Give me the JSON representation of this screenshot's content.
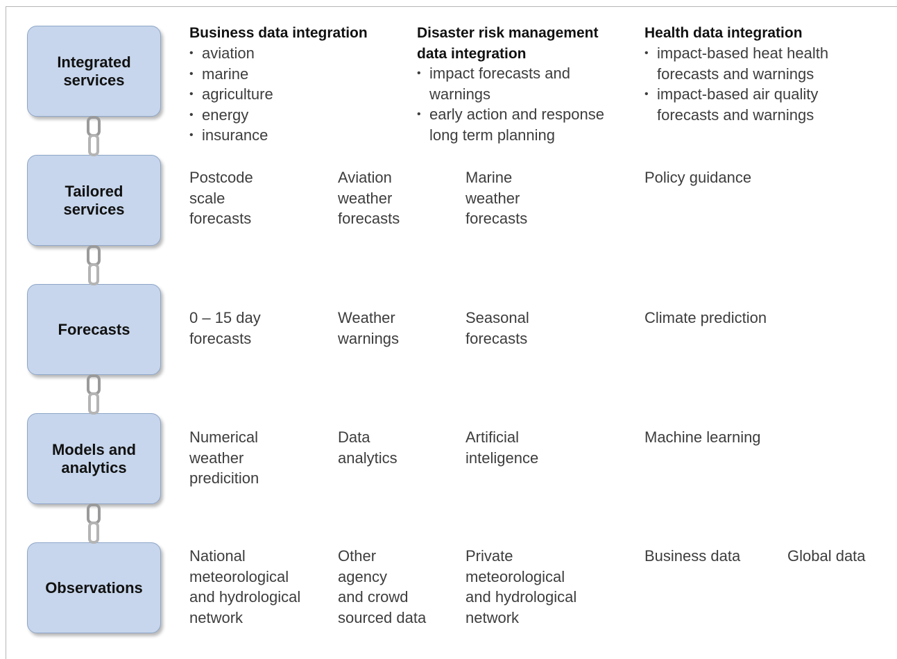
{
  "tiers": [
    {
      "label": "Integrated\nservices"
    },
    {
      "label": "Tailored\nservices"
    },
    {
      "label": "Forecasts"
    },
    {
      "label": "Models and\nanalytics"
    },
    {
      "label": "Observations"
    }
  ],
  "integrated": {
    "business": {
      "heading": "Business data integration",
      "items": [
        "aviation",
        "marine",
        "agriculture",
        "energy",
        "insurance"
      ]
    },
    "disaster": {
      "heading": "Disaster risk management\ndata integration",
      "items": [
        "impact forecasts and\nwarnings",
        "early action and response\nlong term planning"
      ]
    },
    "health": {
      "heading": "Health data integration",
      "items": [
        "impact-based heat health\nforecasts and warnings",
        "impact-based air quality\nforecasts and warnings"
      ]
    }
  },
  "tailored": [
    "Postcode\nscale\nforecasts",
    "Aviation\nweather\nforecasts",
    "Marine\nweather\nforecasts",
    "Policy guidance"
  ],
  "forecasts": [
    "0 – 15 day\nforecasts",
    "Weather\nwarnings",
    "Seasonal\nforecasts",
    "Climate prediction"
  ],
  "models": [
    "Numerical\nweather\npredicition",
    "Data\nanalytics",
    "Artificial\ninteligence",
    "Machine learning"
  ],
  "observations": [
    "National\nmeteorological\nand hydrological\nnetwork",
    "Other\nagency\nand crowd\nsourced data",
    "Private\nmeteorological\nand hydrological\nnetwork",
    "Business data",
    "Global data"
  ],
  "colors": {
    "box_fill": "#c7d6ec",
    "box_border": "#8ea6c8",
    "chain": "#9a9a9a",
    "text": "#3d3d3d",
    "heading": "#111111"
  }
}
